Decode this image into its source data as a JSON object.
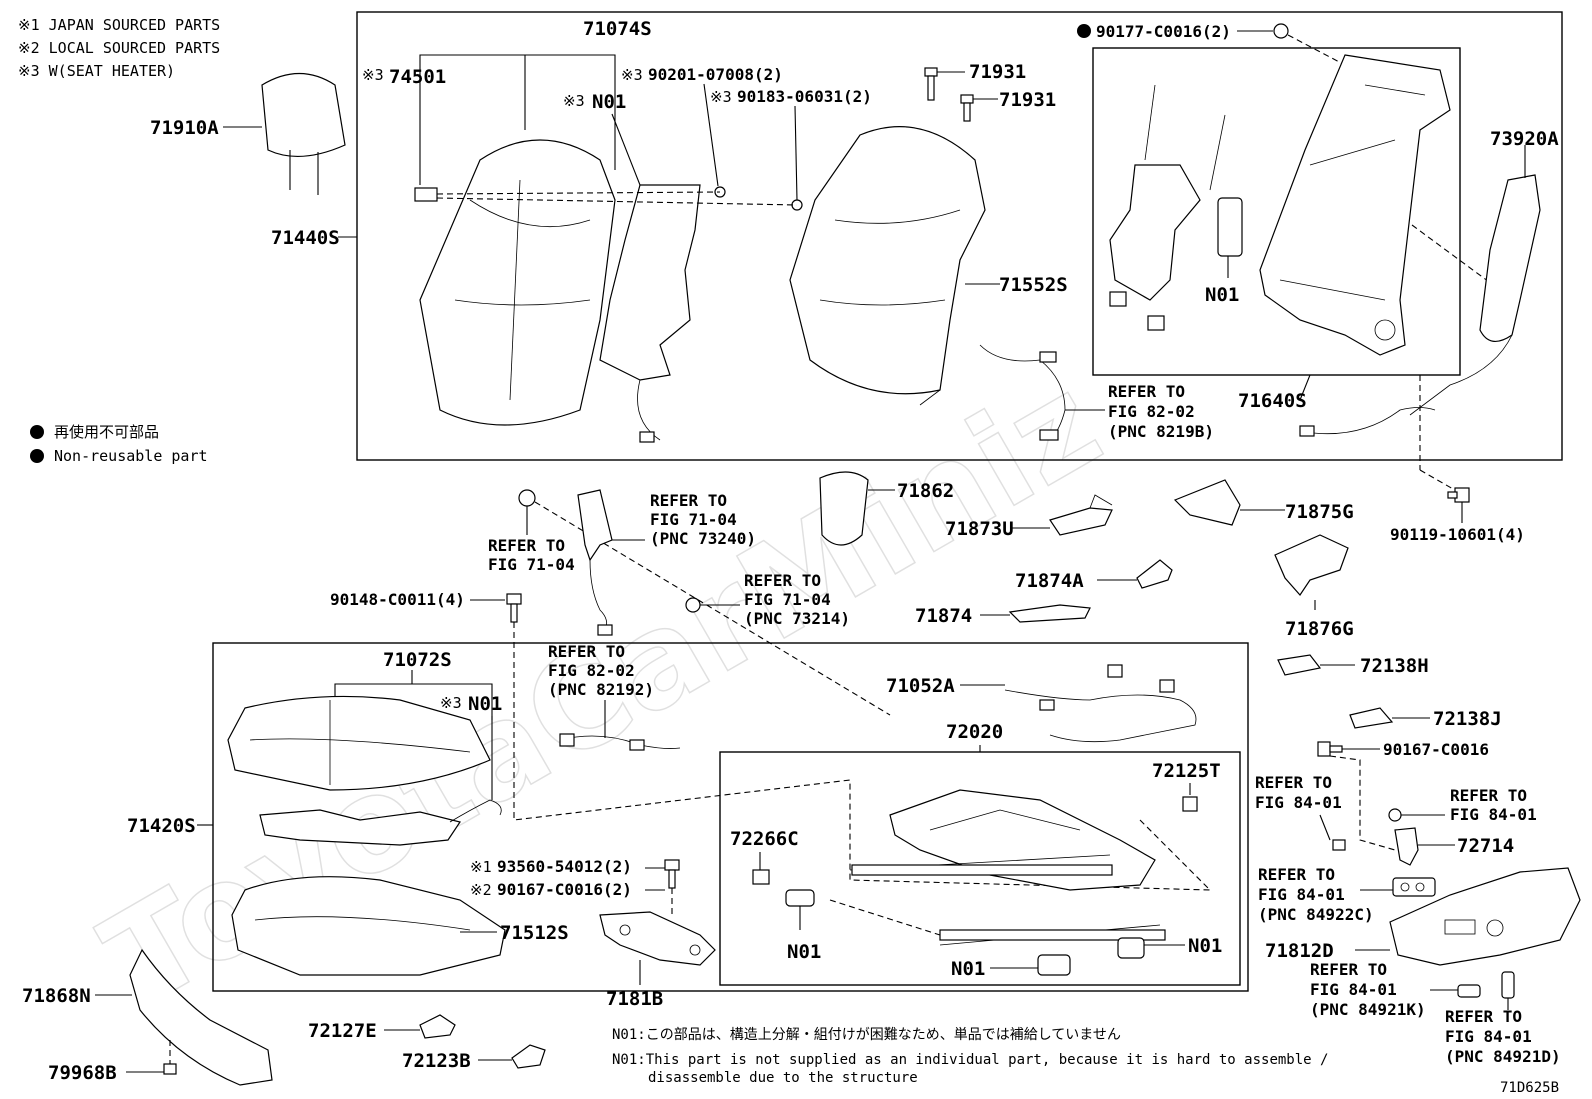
{
  "notes": [
    "※1 JAPAN SOURCED PARTS",
    "※2 LOCAL SOURCED PARTS",
    "※3 W(SEAT HEATER)"
  ],
  "legend": {
    "jp": "再使用不可部品",
    "en": "Non-reusable part"
  },
  "watermark": "ToyotaCarMiniz",
  "footer": {
    "n01_jp": "N01:この部品は、構造上分解・組付けが困難なため、単品では補給していません",
    "n01_en_1": "N01:This part is not supplied as an individual part, because it is hard to assemble /",
    "n01_en_2": "disassemble due to the structure",
    "fig_code": "71D625B"
  },
  "labels": {
    "p71910A": "71910A",
    "p71440S": "71440S",
    "p74501": "74501",
    "m74501": "※3",
    "p71074S": "71074S",
    "pN01a": "N01",
    "mN01a": "※3",
    "p90201": "90201-07008(2)",
    "m90201": "※3",
    "p90183": "90183-06031(2)",
    "m90183": "※3",
    "p71931a": "71931",
    "p71931b": "71931",
    "p71552S": "71552S",
    "p90177": "90177-C0016(2)",
    "pN01b": "N01",
    "p73920A": "73920A",
    "p71640S": "71640S",
    "p90119": "90119-10601(4)",
    "p71862": "71862",
    "p71873U": "71873U",
    "p71875G": "71875G",
    "p71874A": "71874A",
    "p71874": "71874",
    "p71876G": "71876G",
    "p72138H": "72138H",
    "p72138J": "72138J",
    "p90167a": "90167-C0016",
    "p90148": "90148-C0011(4)",
    "p71072S": "71072S",
    "pN01c": "N01",
    "mN01c": "※3",
    "p71420S": "71420S",
    "p93560": "93560-54012(2)",
    "m93560": "※1",
    "p90167b": "90167-C0016(2)",
    "m90167b": "※2",
    "p71512S": "71512S",
    "p7181B": "7181B",
    "p71052A": "71052A",
    "p72020": "72020",
    "p72125T": "72125T",
    "p72266C": "72266C",
    "pN01d": "N01",
    "pN01e": "N01",
    "pN01f": "N01",
    "p72714": "72714",
    "p71812D": "71812D",
    "p71868N": "71868N",
    "p79968B": "79968B",
    "p72127E": "72127E",
    "p72123B": "72123B"
  },
  "refs": {
    "r8202a": [
      "REFER TO",
      "FIG 82-02",
      "(PNC 8219B)"
    ],
    "r7104a": [
      "REFER TO",
      "FIG 71-04"
    ],
    "r7104b": [
      "REFER TO",
      "FIG 71-04",
      "(PNC 73240)"
    ],
    "r7104c": [
      "REFER TO",
      "FIG 71-04",
      "(PNC 73214)"
    ],
    "r8202b": [
      "REFER TO",
      "FIG 82-02",
      "(PNC 82192)"
    ],
    "r8401a": [
      "REFER TO",
      "FIG 84-01"
    ],
    "r8401b": [
      "REFER TO",
      "FIG 84-01"
    ],
    "r8401c": [
      "REFER TO",
      "FIG 84-01",
      "(PNC 84922C)"
    ],
    "r8401d": [
      "REFER TO",
      "FIG 84-01",
      "(PNC 84921K)"
    ],
    "r8401e": [
      "REFER TO",
      "FIG 84-01",
      "(PNC 84921D)"
    ]
  }
}
